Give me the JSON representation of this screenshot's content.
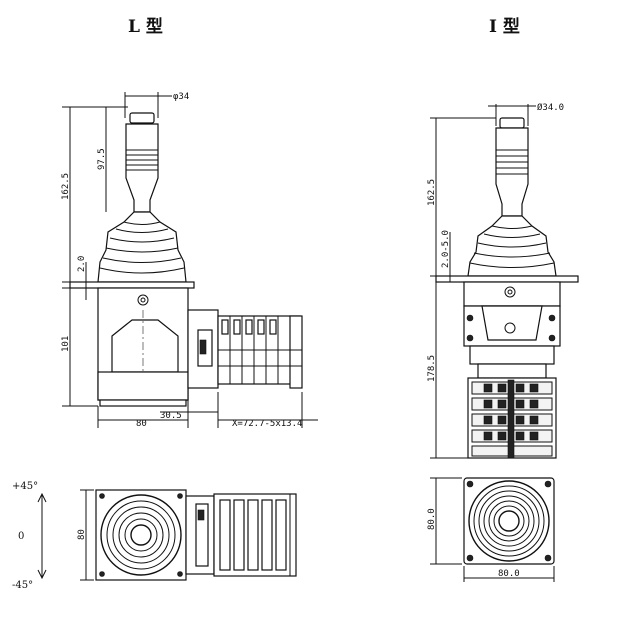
{
  "titles": {
    "l_type": "L 型",
    "i_type": "I 型"
  },
  "l_dims": {
    "handle_dia": "φ34",
    "handle_len": "97.5",
    "total_height": "162.5",
    "angle_range": "2.0",
    "body_height": "101",
    "body_width": "80",
    "offset": "30.5",
    "switch_len": "X=72.7-5x13.4"
  },
  "i_dims": {
    "handle_dia": "Ø34.0",
    "total_height": "162.5",
    "angle_range": "2.0-5.0",
    "body_height": "178.5",
    "base_height": "80.0",
    "base_width": "80.0"
  },
  "angles": {
    "plus": "+45°",
    "zero": "0",
    "minus": "-45°"
  },
  "l_top_dims": {
    "side": "80"
  }
}
